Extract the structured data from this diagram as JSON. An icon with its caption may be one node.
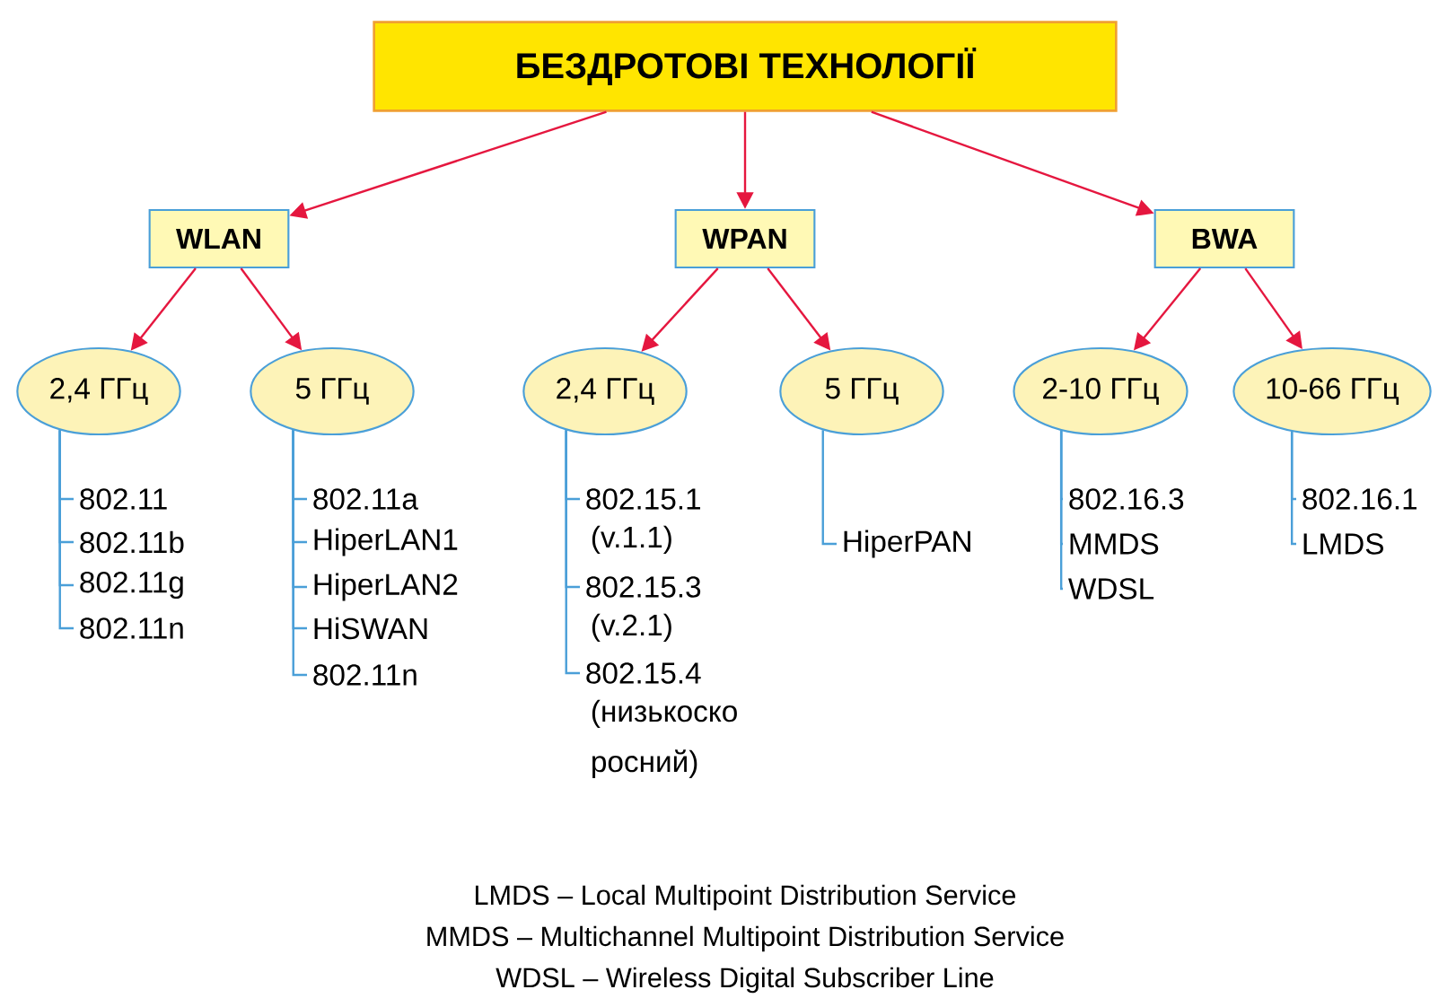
{
  "diagram": {
    "nodes": [
      {
        "text": [
          "БЕЗДРОТОВІ ТЕХНОЛОГІЇ"
        ]
      },
      {
        "text": [
          "WLAN"
        ]
      },
      {
        "text": [
          "WPAN"
        ]
      },
      {
        "text": [
          "BWA"
        ]
      },
      {
        "text": [
          "2,4 ГГц"
        ]
      },
      {
        "text": [
          "5 ГГц"
        ]
      },
      {
        "text": [
          "2,4 ГГц"
        ]
      },
      {
        "text": [
          "5 ГГц"
        ]
      },
      {
        "text": [
          "2-10 ГГц"
        ]
      },
      {
        "text": [
          "10-66 ГГц"
        ]
      },
      {
        "text": [
          "802.11"
        ]
      },
      {
        "text": [
          "802.11b"
        ]
      },
      {
        "text": [
          "802.11g"
        ]
      },
      {
        "text": [
          "802.11n"
        ]
      },
      {
        "text": [
          "802.11a"
        ]
      },
      {
        "text": [
          "HiperLAN1"
        ]
      },
      {
        "text": [
          "HiperLAN2"
        ]
      },
      {
        "text": [
          "HiSWAN"
        ]
      },
      {
        "text": [
          "802.11n"
        ]
      },
      {
        "text": [
          "802.15.1",
          "(v.1.1)"
        ]
      },
      {
        "text": [
          "802.15.3",
          "(v.2.1)"
        ]
      },
      {
        "text": [
          "802.15.4",
          "(низькоско росний)"
        ]
      },
      {
        "text": [
          "HiperPAN"
        ]
      },
      {
        "text": [
          "802.16.3"
        ]
      },
      {
        "text": [
          "MMDS"
        ]
      },
      {
        "text": [
          "WDSL"
        ]
      },
      {
        "text": [
          "802.16.1"
        ]
      },
      {
        "text": [
          "LMDS"
        ]
      }
    ],
    "edges": [
      {
        "from": 0,
        "to": 1,
        "arrow": "to",
        "color": "#e5173f"
      },
      {
        "from": 0,
        "to": 2,
        "arrow": "to",
        "color": "#e5173f"
      },
      {
        "from": 0,
        "to": 3,
        "arrow": "to",
        "color": "#e5173f"
      },
      {
        "from": 1,
        "to": 4,
        "arrow": "to",
        "color": "#e5173f"
      },
      {
        "from": 1,
        "to": 5,
        "arrow": "to",
        "color": "#e5173f"
      },
      {
        "from": 2,
        "to": 6,
        "arrow": "to",
        "color": "#e5173f"
      },
      {
        "from": 2,
        "to": 7,
        "arrow": "to",
        "color": "#e5173f"
      },
      {
        "from": 3,
        "to": 8,
        "arrow": "to",
        "color": "#e5173f"
      },
      {
        "from": 3,
        "to": 9,
        "arrow": "to",
        "color": "#e5173f"
      },
      {
        "from": 4,
        "to": 10,
        "arrow": "none"
      },
      {
        "from": 4,
        "to": 11,
        "arrow": "none"
      },
      {
        "from": 4,
        "to": 12,
        "arrow": "none"
      },
      {
        "from": 4,
        "to": 13,
        "arrow": "none"
      },
      {
        "from": 5,
        "to": 14,
        "arrow": "none"
      },
      {
        "from": 5,
        "to": 15,
        "arrow": "none"
      },
      {
        "from": 5,
        "to": 16,
        "arrow": "none"
      },
      {
        "from": 5,
        "to": 17,
        "arrow": "none"
      },
      {
        "from": 5,
        "to": 18,
        "arrow": "none"
      },
      {
        "from": 6,
        "to": 19,
        "arrow": "none"
      },
      {
        "from": 6,
        "to": 20,
        "arrow": "none"
      },
      {
        "from": 6,
        "to": 21,
        "arrow": "none"
      },
      {
        "from": 7,
        "to": 22,
        "arrow": "none"
      },
      {
        "from": 8,
        "to": 23,
        "arrow": "none"
      },
      {
        "from": 8,
        "to": 24,
        "arrow": "none"
      },
      {
        "from": 8,
        "to": 25,
        "arrow": "none"
      },
      {
        "from": 9,
        "to": 26,
        "arrow": "none"
      },
      {
        "from": 9,
        "to": 27,
        "arrow": "none"
      }
    ],
    "labels": [
      "LMDS – Local Multipoint Distribution Service",
      "MMDS – Multichannel Multipoint Distribution Service",
      "WDSL – Wireless Digital Subscriber Line"
    ]
  }
}
